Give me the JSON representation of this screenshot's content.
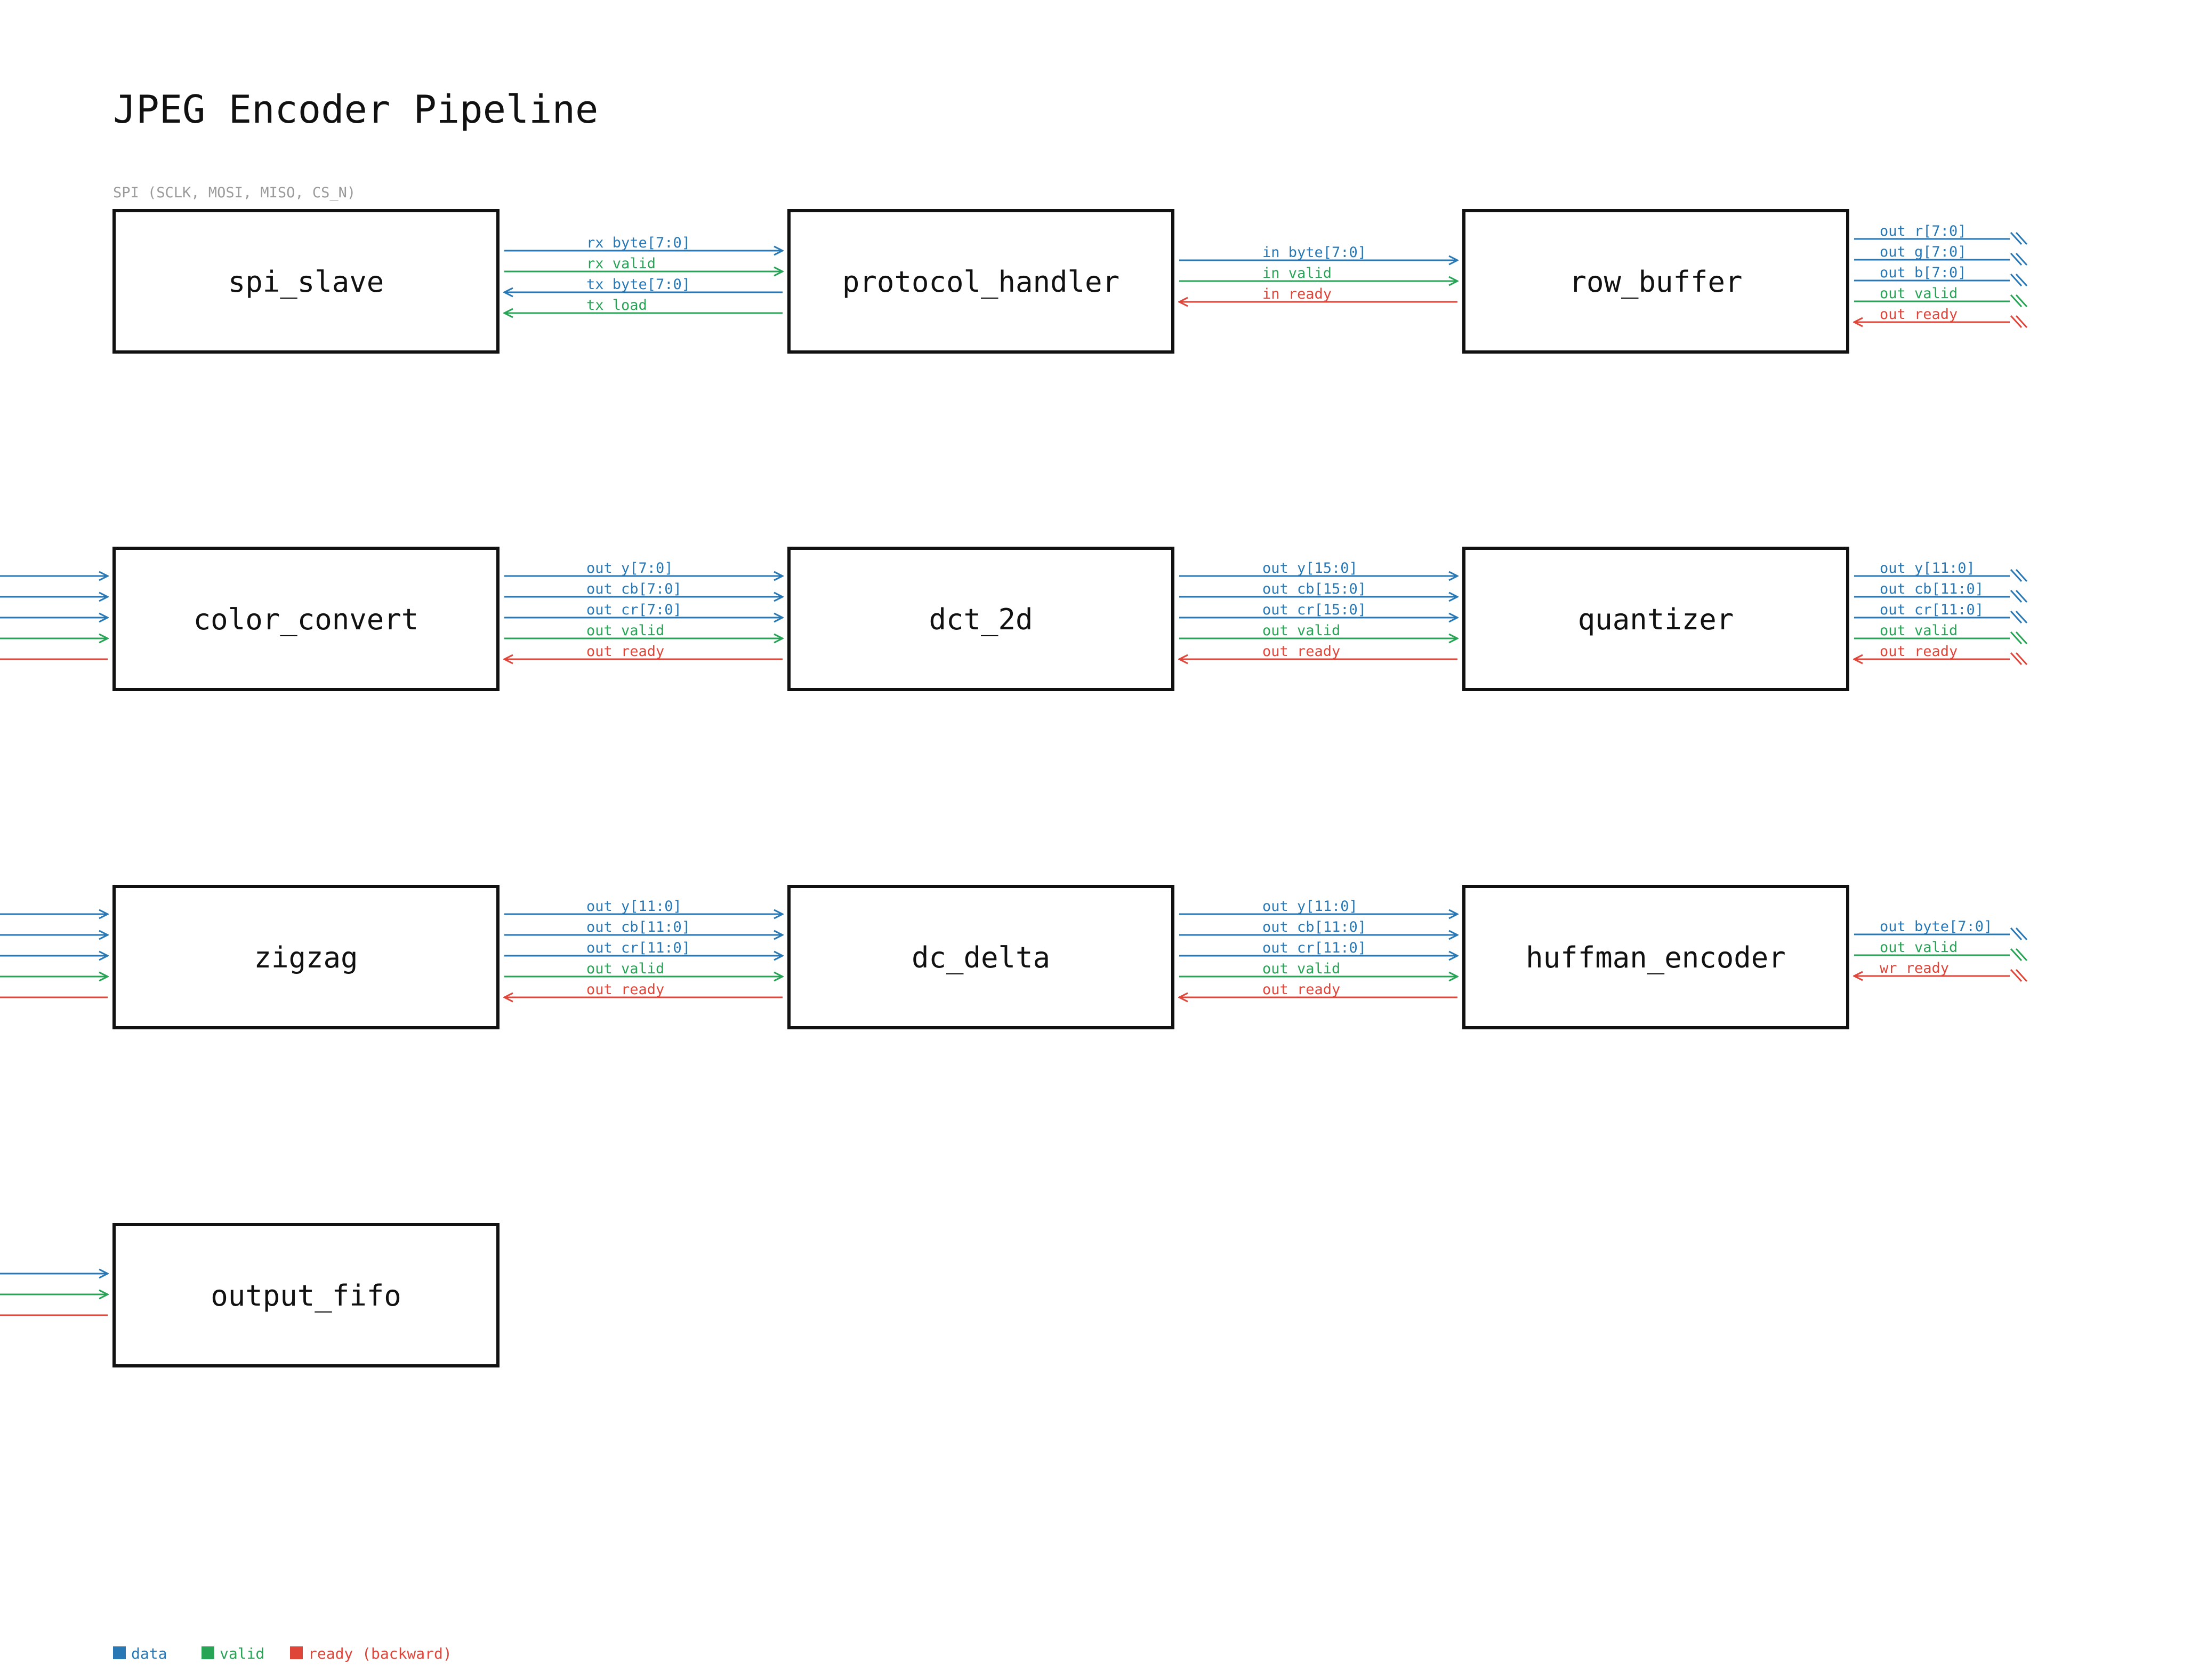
{
  "title": "JPEG Encoder Pipeline",
  "spi_note": "SPI (SCLK, MOSI, MISO, CS_N)",
  "colors": {
    "data": "#2878b5",
    "valid": "#27a456",
    "ready": "#e0453a",
    "border": "#111111"
  },
  "blocks": {
    "spi_slave": "spi_slave",
    "protocol_handler": "protocol_handler",
    "row_buffer": "row_buffer",
    "color_convert": "color_convert",
    "dct_2d": "dct_2d",
    "quantizer": "quantizer",
    "zigzag": "zigzag",
    "dc_delta": "dc_delta",
    "huffman_encoder": "huffman_encoder",
    "output_fifo": "output_fifo"
  },
  "signals": {
    "spi_to_protocol": [
      {
        "label": "rx_byte[7:0]",
        "kind": "data",
        "dir": "forward"
      },
      {
        "label": "rx_valid",
        "kind": "valid",
        "dir": "forward"
      },
      {
        "label": "tx_byte[7:0]",
        "kind": "data",
        "dir": "backward"
      },
      {
        "label": "tx_load",
        "kind": "valid",
        "dir": "backward"
      }
    ],
    "protocol_to_row": [
      {
        "label": "in_byte[7:0]",
        "kind": "data",
        "dir": "forward"
      },
      {
        "label": "in_valid",
        "kind": "valid",
        "dir": "forward"
      },
      {
        "label": "in_ready",
        "kind": "ready",
        "dir": "backward"
      }
    ],
    "row_out": [
      {
        "label": "out_r[7:0]",
        "kind": "data",
        "dir": "forward"
      },
      {
        "label": "out_g[7:0]",
        "kind": "data",
        "dir": "forward"
      },
      {
        "label": "out_b[7:0]",
        "kind": "data",
        "dir": "forward"
      },
      {
        "label": "out_valid",
        "kind": "valid",
        "dir": "forward"
      },
      {
        "label": "out_ready",
        "kind": "ready",
        "dir": "backward"
      }
    ],
    "color_in": [
      {
        "kind": "data",
        "dir": "forward"
      },
      {
        "kind": "data",
        "dir": "forward"
      },
      {
        "kind": "data",
        "dir": "forward"
      },
      {
        "kind": "valid",
        "dir": "forward"
      },
      {
        "kind": "ready",
        "dir": "backward"
      }
    ],
    "color_to_dct": [
      {
        "label": "out_y[7:0]",
        "kind": "data",
        "dir": "forward"
      },
      {
        "label": "out_cb[7:0]",
        "kind": "data",
        "dir": "forward"
      },
      {
        "label": "out_cr[7:0]",
        "kind": "data",
        "dir": "forward"
      },
      {
        "label": "out_valid",
        "kind": "valid",
        "dir": "forward"
      },
      {
        "label": "out_ready",
        "kind": "ready",
        "dir": "backward"
      }
    ],
    "dct_to_quant": [
      {
        "label": "out_y[15:0]",
        "kind": "data",
        "dir": "forward"
      },
      {
        "label": "out_cb[15:0]",
        "kind": "data",
        "dir": "forward"
      },
      {
        "label": "out_cr[15:0]",
        "kind": "data",
        "dir": "forward"
      },
      {
        "label": "out_valid",
        "kind": "valid",
        "dir": "forward"
      },
      {
        "label": "out_ready",
        "kind": "ready",
        "dir": "backward"
      }
    ],
    "quant_out": [
      {
        "label": "out_y[11:0]",
        "kind": "data",
        "dir": "forward"
      },
      {
        "label": "out_cb[11:0]",
        "kind": "data",
        "dir": "forward"
      },
      {
        "label": "out_cr[11:0]",
        "kind": "data",
        "dir": "forward"
      },
      {
        "label": "out_valid",
        "kind": "valid",
        "dir": "forward"
      },
      {
        "label": "out_ready",
        "kind": "ready",
        "dir": "backward"
      }
    ],
    "zigzag_in": [
      {
        "kind": "data",
        "dir": "forward"
      },
      {
        "kind": "data",
        "dir": "forward"
      },
      {
        "kind": "data",
        "dir": "forward"
      },
      {
        "kind": "valid",
        "dir": "forward"
      },
      {
        "kind": "ready",
        "dir": "backward"
      }
    ],
    "zigzag_to_dc": [
      {
        "label": "out_y[11:0]",
        "kind": "data",
        "dir": "forward"
      },
      {
        "label": "out_cb[11:0]",
        "kind": "data",
        "dir": "forward"
      },
      {
        "label": "out_cr[11:0]",
        "kind": "data",
        "dir": "forward"
      },
      {
        "label": "out_valid",
        "kind": "valid",
        "dir": "forward"
      },
      {
        "label": "out_ready",
        "kind": "ready",
        "dir": "backward"
      }
    ],
    "dc_to_huff": [
      {
        "label": "out_y[11:0]",
        "kind": "data",
        "dir": "forward"
      },
      {
        "label": "out_cb[11:0]",
        "kind": "data",
        "dir": "forward"
      },
      {
        "label": "out_cr[11:0]",
        "kind": "data",
        "dir": "forward"
      },
      {
        "label": "out_valid",
        "kind": "valid",
        "dir": "forward"
      },
      {
        "label": "out_ready",
        "kind": "ready",
        "dir": "backward"
      }
    ],
    "huff_out": [
      {
        "label": "out_byte[7:0]",
        "kind": "data",
        "dir": "forward"
      },
      {
        "label": "out_valid",
        "kind": "valid",
        "dir": "forward"
      },
      {
        "label": "wr_ready",
        "kind": "ready",
        "dir": "backward"
      }
    ],
    "fifo_in": [
      {
        "kind": "data",
        "dir": "forward"
      },
      {
        "kind": "valid",
        "dir": "forward"
      },
      {
        "kind": "ready",
        "dir": "backward"
      }
    ]
  },
  "legend": [
    {
      "label": "data",
      "kind": "data"
    },
    {
      "label": "valid",
      "kind": "valid"
    },
    {
      "label": "ready (backward)",
      "kind": "ready"
    }
  ]
}
